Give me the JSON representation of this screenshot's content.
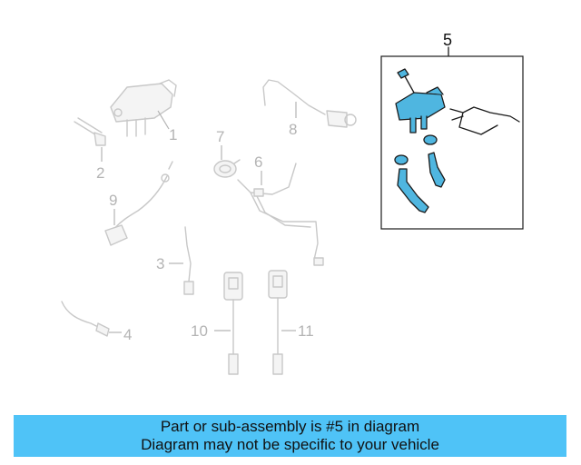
{
  "callouts": {
    "c1": "1",
    "c2": "2",
    "c3": "3",
    "c4": "4",
    "c5": "5",
    "c6": "6",
    "c7": "7",
    "c8": "8",
    "c9": "9",
    "c10": "10",
    "c11": "11"
  },
  "banner": {
    "line1": "Part or sub-assembly is #5 in diagram",
    "line2": "Diagram may not be specific to your vehicle"
  },
  "colors": {
    "highlight": "#4fb6e0",
    "banner": "#4fc3f7",
    "ghost": "#c8c8c8"
  }
}
